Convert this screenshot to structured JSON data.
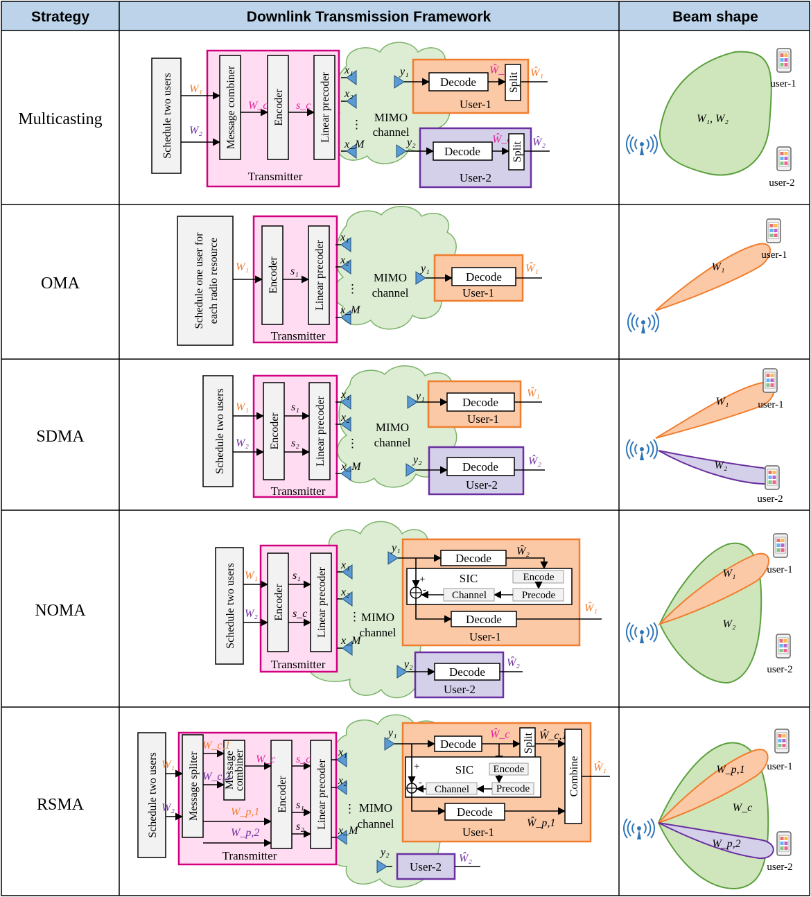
{
  "header": {
    "strategy": "Strategy",
    "framework": "Downlink Transmission Framework",
    "beam": "Beam shape"
  },
  "colors": {
    "header_bg": "#bcd3ea",
    "pink_fill": "#ffdcf2",
    "pink_stroke": "#d0007f",
    "orange_fill": "#fcc9a6",
    "orange_stroke": "#f07d2d",
    "purple_fill": "#d5d0ea",
    "purple_stroke": "#6a2fa0",
    "green_fill": "#cfe6bd",
    "green_stroke": "#5a9f3c",
    "antenna": "#5b9bd5",
    "w1_color": "#f07d2d",
    "w2_color": "#7030a0",
    "wc_color": "#e0219e"
  },
  "common": {
    "transmitter": "Transmitter",
    "mimo": "MIMO",
    "channel": "channel",
    "encoder": "Encoder",
    "linear_precoder": "Linear precoder",
    "decode": "Decode",
    "split": "Split",
    "user1": "User-1",
    "user2": "User-2",
    "schedule_two": "Schedule two users",
    "sic": "SIC",
    "encode": "Encode",
    "precode": "Precode",
    "channel_box": "Channel",
    "plus": "+",
    "minus": "-",
    "dots": "⋮",
    "u1": "user-1",
    "u2": "user-2",
    "combine": "Combine",
    "message_combiner": "Message combiner",
    "message_spliter": "Message spliter",
    "message": "Message",
    "combiner": "combiner"
  },
  "rows": [
    {
      "strategy": "Multicasting",
      "beam_labels": [
        "W₁, W₂"
      ]
    },
    {
      "strategy": "OMA",
      "schedule": [
        "Schedule one user for",
        "each radio resource"
      ],
      "beam_labels": [
        "W₁"
      ]
    },
    {
      "strategy": "SDMA",
      "beam_labels": [
        "W₁",
        "W₂"
      ]
    },
    {
      "strategy": "NOMA",
      "beam_labels": [
        "W₁",
        "W₂"
      ]
    },
    {
      "strategy": "RSMA",
      "beam_labels": [
        "W_p,1",
        "W_c",
        "W_p,2"
      ]
    }
  ],
  "symbols": {
    "W1": "W₁",
    "W2": "W₂",
    "Wc": "W_c",
    "sc": "s_c",
    "s1": "s₁",
    "s2": "s₂",
    "x1": "x₁",
    "x2": "x₂",
    "xM": "x_M",
    "y1": "y₁",
    "y2": "y₂",
    "W1hat": "Ŵ₁",
    "W2hat": "Ŵ₂",
    "Wchat": "Ŵ_c",
    "Wc1": "W_c,1",
    "Wc2": "W_c,2",
    "Wp1": "W_p,1",
    "Wp2": "W_p,2",
    "Wc1hat": "Ŵ_c,1",
    "Wp1hat": "Ŵ_p,1"
  }
}
